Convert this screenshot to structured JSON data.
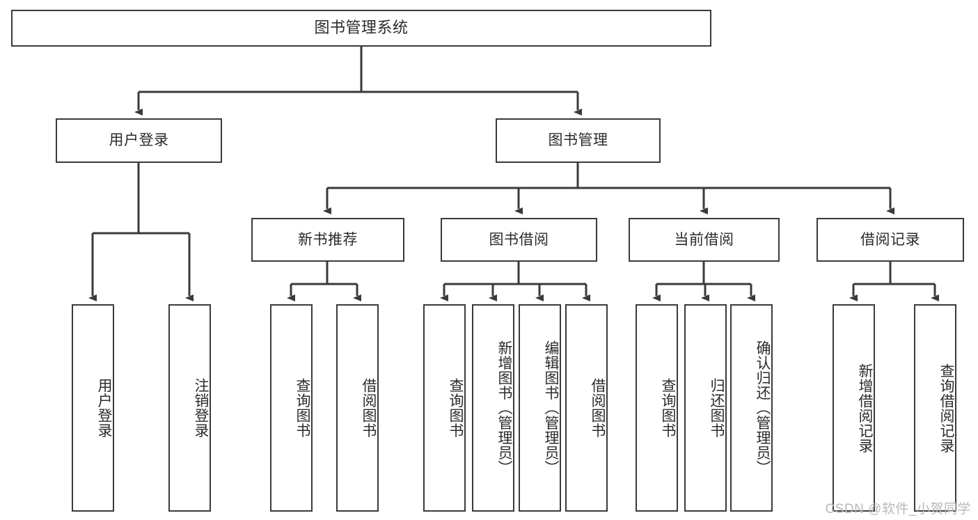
{
  "diagram": {
    "title": "图书管理系统",
    "type": "tree",
    "watermark": "CSDN @软件_小贺同学",
    "colors": {
      "stroke": "#3a3a3a",
      "fill": "#ffffff",
      "text": "#2b2b2b",
      "watermark": "#b9b9b9"
    },
    "root": {
      "label": "图书管理系统"
    },
    "level2": [
      {
        "label": "用户登录"
      },
      {
        "label": "图书管理"
      }
    ],
    "level3": [
      {
        "label": "新书推荐"
      },
      {
        "label": "图书借阅"
      },
      {
        "label": "当前借阅"
      },
      {
        "label": "借阅记录"
      }
    ],
    "leaves": {
      "user_login": [
        {
          "label": "用户登录"
        },
        {
          "label": "注销登录"
        }
      ],
      "new_book": [
        {
          "label": "查询图书"
        },
        {
          "label": "借阅图书"
        }
      ],
      "book_borrow": [
        {
          "label": "查询图书"
        },
        {
          "label": "新增图书（管理员）"
        },
        {
          "label": "编辑图书（管理员）"
        },
        {
          "label": "借阅图书"
        }
      ],
      "current_borrow": [
        {
          "label": "查询图书"
        },
        {
          "label": "归还图书"
        },
        {
          "label": "确认归还（管理员）"
        }
      ],
      "borrow_record": [
        {
          "label": "新增借阅记录"
        },
        {
          "label": "查询借阅记录"
        }
      ]
    }
  }
}
